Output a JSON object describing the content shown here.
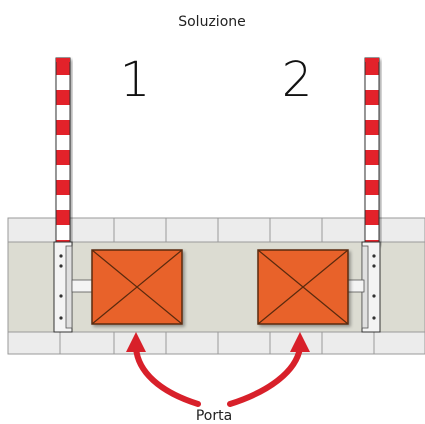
{
  "title": "Soluzione",
  "slot_labels": [
    "1",
    "2"
  ],
  "door_label": "Porta",
  "colors": {
    "pole_red": "#e3242b",
    "pole_white": "#ffffff",
    "track_fill": "#dcdcd2",
    "track_band": "#ececec",
    "box_fill": "#e8622a",
    "box_stroke": "#5a2a10",
    "arrow_red": "#d8202a"
  },
  "icons": [
    "barrier-pole",
    "crossed-box",
    "curved-arrow"
  ]
}
